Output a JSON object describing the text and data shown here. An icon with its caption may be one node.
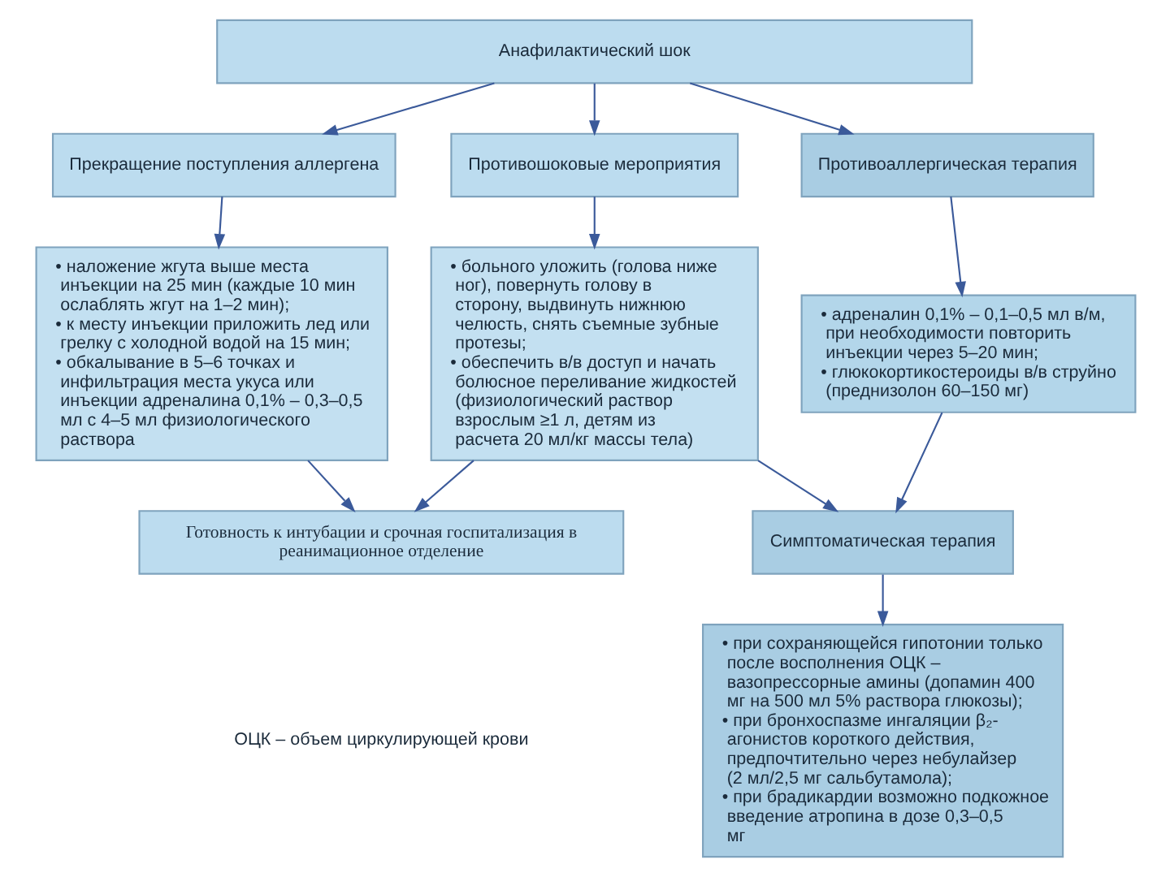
{
  "diagram": {
    "nodes": [
      {
        "text": [
          "Анафилактический шок"
        ]
      },
      {
        "text": [
          "Прекращение поступления аллергена"
        ]
      },
      {
        "text": [
          "Противошоковые мероприятия"
        ]
      },
      {
        "text": [
          "Противоаллергическая терапия"
        ]
      },
      {
        "text": [
          "• наложение жгута выше места инъекции на 25 мин (каждые 10 мин ослаблять жгут на 1–2 мин);",
          "• к месту инъекции приложить лед или грелку с холодной водой на 15 мин;",
          "• обкалывание в 5–6 точках и инфильтрация места укуса или инъекции адреналина 0,1% – 0,3–0,5 мл с 4–5 мл физиологического раствора"
        ]
      },
      {
        "text": [
          "• больного уложить (голова ниже ног), повернуть голову в сторону, выдвинуть нижнюю челюсть, снять съемные зубные протезы;",
          "• обеспечить в/в доступ и начать болюсное переливание жидкостей (физиологический раствор взрослым ≥1 л, детям из расчета 20 мл/кг массы тела)"
        ]
      },
      {
        "text": [
          "• адреналин 0,1% – 0,1–0,5 мл в/м, при необходимости повторить инъекции через 5–20 мин;",
          "• глюкокортикостероиды в/в струйно (преднизолон 60–150 мг)"
        ]
      },
      {
        "text": [
          "Симптоматическая терапия"
        ]
      },
      {
        "text": [
          "• при сохраняющейся гипотонии только после восполнения ОЦК – вазопрессорные амины (допамин 400 мг на 500 мл 5% раствора глюкозы);",
          "• при бронхоспазме ингаляции β₂-агонистов короткого действия, предпочтительно через небулайзер (2 мл/2,5 мг сальбутамола);",
          "• при брадикардии возможно подкожное введение атропина в дозе 0,3–0,5 мг"
        ]
      },
      {
        "text": [
          "Готовность к интубации и срочная госпитализация в реанимационное отделение"
        ]
      }
    ],
    "edges": [
      {
        "from": 0,
        "to": 1,
        "arrow": "to"
      },
      {
        "from": 0,
        "to": 2,
        "arrow": "to"
      },
      {
        "from": 0,
        "to": 3,
        "arrow": "to"
      },
      {
        "from": 1,
        "to": 4,
        "arrow": "to"
      },
      {
        "from": 2,
        "to": 5,
        "arrow": "to"
      },
      {
        "from": 3,
        "to": 6,
        "arrow": "to"
      },
      {
        "from": 5,
        "to": 7,
        "arrow": "to"
      },
      {
        "from": 6,
        "to": 7,
        "arrow": "to"
      },
      {
        "from": 7,
        "to": 8,
        "arrow": "to"
      },
      {
        "from": 4,
        "to": 9,
        "arrow": "to"
      },
      {
        "from": 5,
        "to": 9,
        "arrow": "to"
      }
    ],
    "labels": [
      "ОЦК – объем циркулирующей крови"
    ]
  }
}
